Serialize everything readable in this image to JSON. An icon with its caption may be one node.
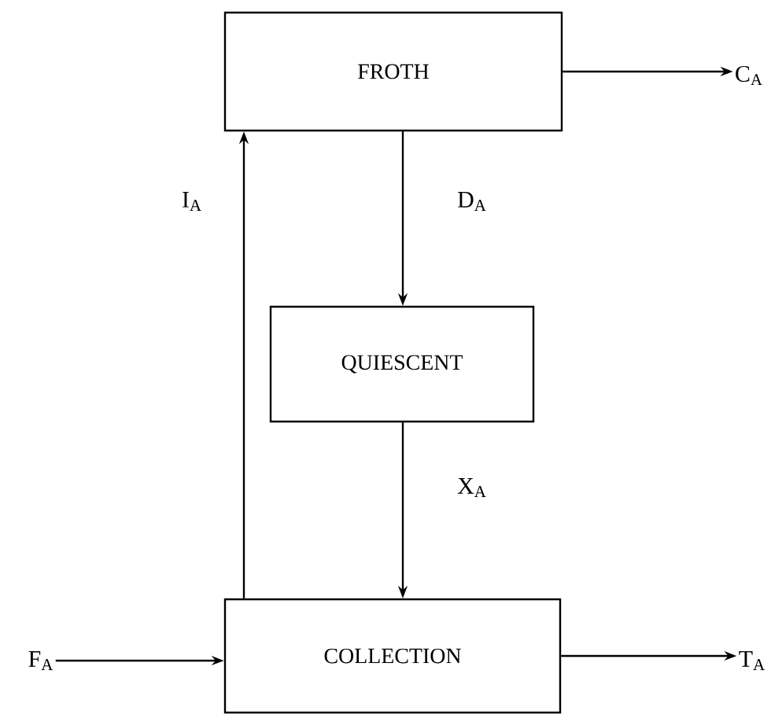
{
  "diagram": {
    "nodes": [
      {
        "text": [
          "FROTH"
        ]
      },
      {
        "text": [
          "QUIESCENT"
        ]
      },
      {
        "text": [
          "COLLECTION"
        ]
      },
      {
        "text": [
          "C$_{A}$"
        ]
      },
      {
        "text": [
          "F$_{A}$"
        ]
      },
      {
        "text": [
          "T$_{A}$"
        ]
      }
    ],
    "edges": [
      {
        "from": 0,
        "to": 3,
        "arrow": "to"
      },
      {
        "from": 0,
        "to": 1,
        "label": "D$_{A}$",
        "arrow": "to"
      },
      {
        "from": 2,
        "to": 0,
        "label": "I$_{A}$",
        "arrow": "to"
      },
      {
        "from": 1,
        "to": 2,
        "label": "X$_{A}$",
        "arrow": "to"
      },
      {
        "from": 4,
        "to": 2,
        "arrow": "to"
      },
      {
        "from": 2,
        "to": 5,
        "arrow": "to"
      }
    ]
  }
}
